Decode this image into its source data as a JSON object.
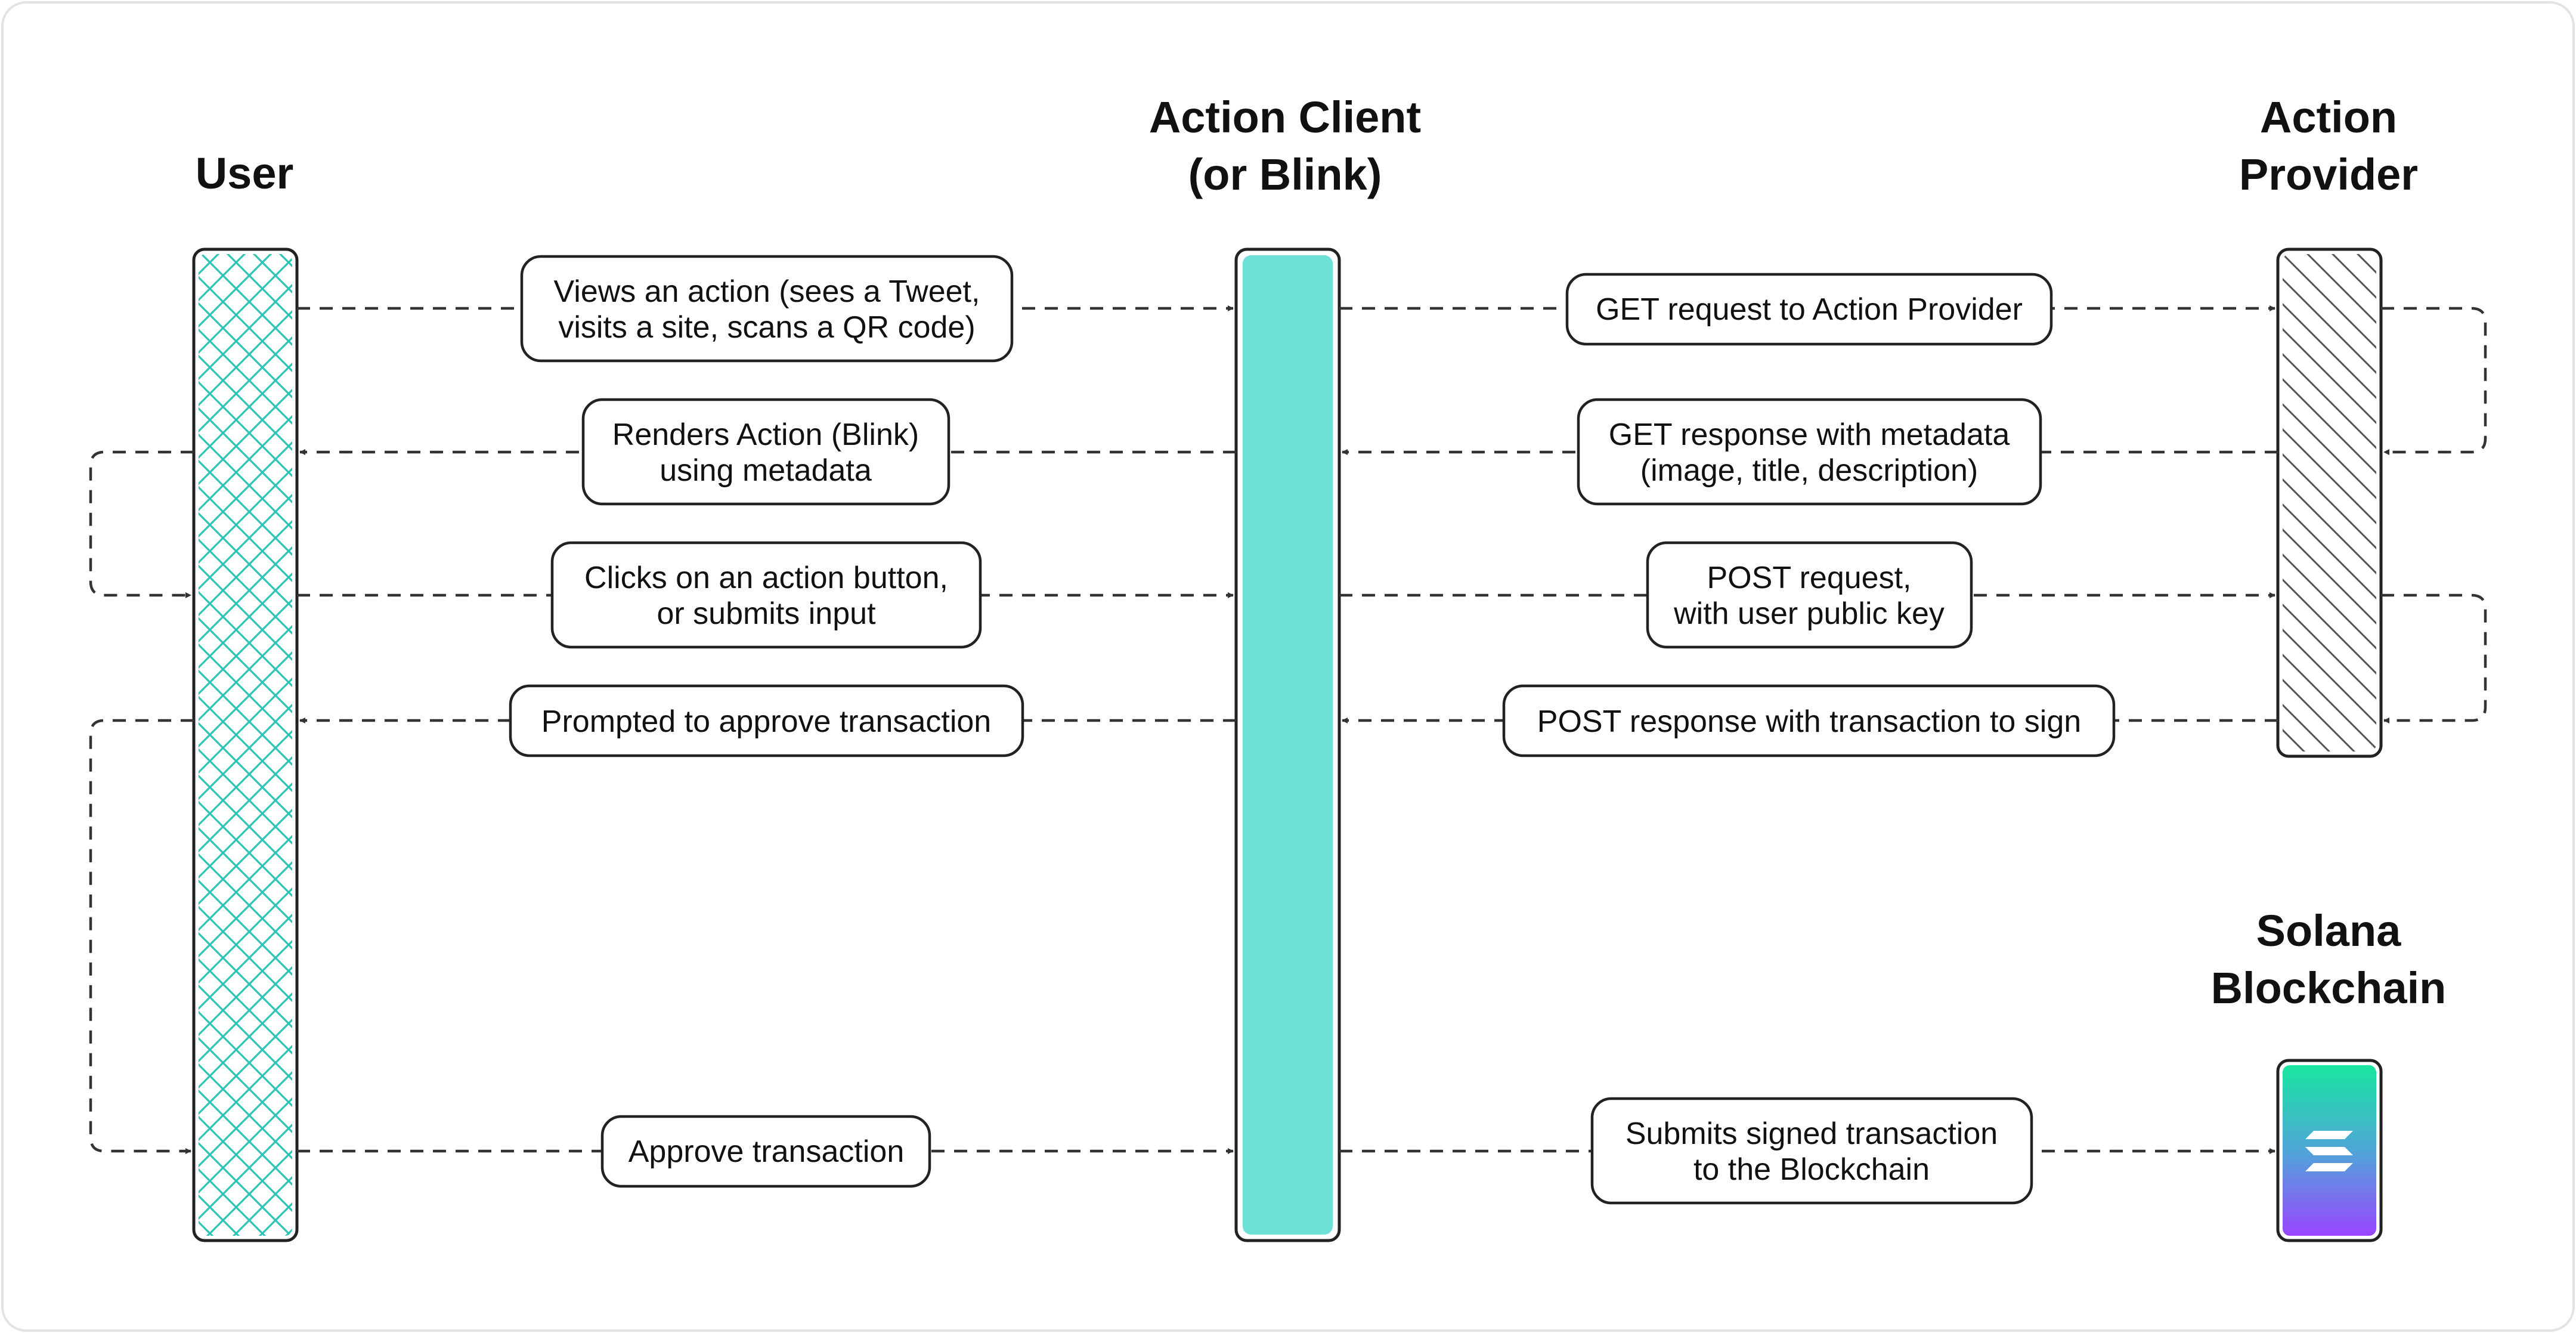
{
  "actors": {
    "user": {
      "title": [
        "User"
      ]
    },
    "client": {
      "title": [
        "Action Client",
        "(or Blink)"
      ]
    },
    "provider": {
      "title": [
        "Action",
        "Provider"
      ]
    },
    "solana": {
      "title": [
        "Solana",
        "Blockchain"
      ]
    }
  },
  "messages": [
    {
      "id": "views-action",
      "lines": [
        "Views an action (sees a Tweet,",
        "visits a site, scans a QR code)"
      ]
    },
    {
      "id": "get-request",
      "lines": [
        "GET request to Action Provider"
      ]
    },
    {
      "id": "renders-action",
      "lines": [
        "Renders Action (Blink)",
        "using metadata"
      ]
    },
    {
      "id": "get-response",
      "lines": [
        "GET response with metadata",
        "(image, title, description)"
      ]
    },
    {
      "id": "clicks-action",
      "lines": [
        "Clicks on an action button,",
        "or submits input"
      ]
    },
    {
      "id": "post-request",
      "lines": [
        "POST request,",
        "with user public key"
      ]
    },
    {
      "id": "prompted-approve",
      "lines": [
        "Prompted to approve transaction"
      ]
    },
    {
      "id": "post-response",
      "lines": [
        "POST response with transaction to sign"
      ]
    },
    {
      "id": "approve-transaction",
      "lines": [
        "Approve transaction"
      ]
    },
    {
      "id": "submits-signed",
      "lines": [
        "Submits signed transaction",
        "to the Blockchain"
      ]
    }
  ],
  "colors": {
    "user_hatch": "#2cc4b4",
    "client_fill": "#6ee0d6",
    "provider_hatch": "#555555",
    "solana_gradient_top": "#19e6a1",
    "solana_gradient_bottom": "#9a45ff",
    "arrow": "#333333"
  },
  "icons": {
    "solana": "solana-logo-icon"
  }
}
